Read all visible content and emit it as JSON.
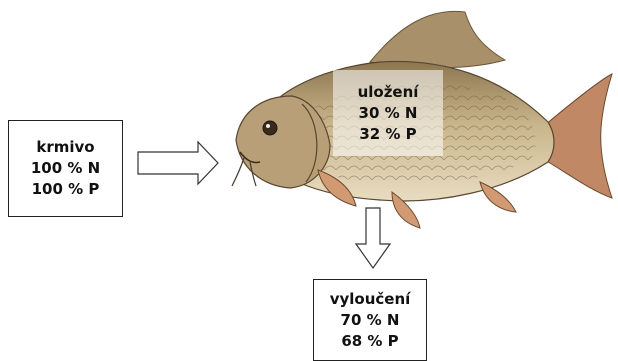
{
  "feed": {
    "title": "krmivo",
    "n": "100 % N",
    "p": "100 % P"
  },
  "deposition": {
    "title": "uložení",
    "n": "30 % N",
    "p": "32 % P"
  },
  "excretion": {
    "title": "vyloučení",
    "n": "70 % N",
    "p": "68 % P"
  },
  "colors": {
    "fish_body": "#c8b48a",
    "fish_shadow": "#8a6f48",
    "fins": "#c98b63",
    "outline": "#333333"
  },
  "icons": {
    "fish": "carp-illustration",
    "arrow_right": "hollow-arrow-right",
    "arrow_down": "hollow-arrow-down"
  }
}
